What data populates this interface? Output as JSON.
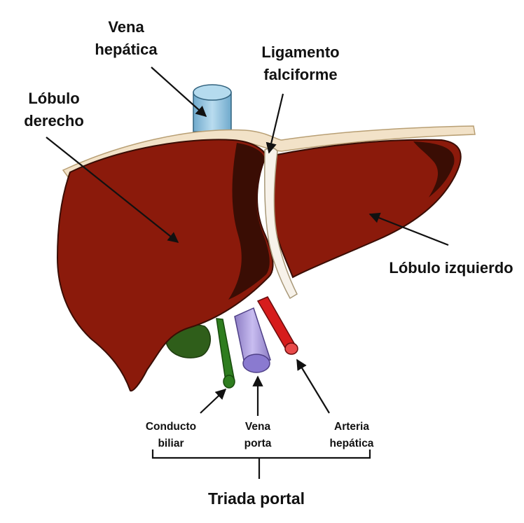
{
  "labels": {
    "vena_hepatica": [
      "Vena",
      "hepática"
    ],
    "ligamento_falciforme": [
      "Ligamento",
      "falciforme"
    ],
    "lobulo_derecho": [
      "Lóbulo",
      "derecho"
    ],
    "lobulo_izquierdo": "Lóbulo izquierdo",
    "conducto_biliar": [
      "Conducto",
      "biliar"
    ],
    "vena_porta": [
      "Vena",
      "porta"
    ],
    "arteria_hepatica": [
      "Arteria",
      "hepática"
    ],
    "triada_portal": "Triada portal"
  },
  "colors": {
    "liver": "#8b1a0b",
    "liver_shadow": "#3a0d04",
    "gallbladder": "#2f5e1a",
    "bile_duct": "#2e7d1f",
    "portal_vein": "#a99ad8",
    "hepatic_artery": "#d61c1c",
    "hepatic_vein": "#8fc3e0",
    "peritoneum": "#f2e2c8"
  }
}
